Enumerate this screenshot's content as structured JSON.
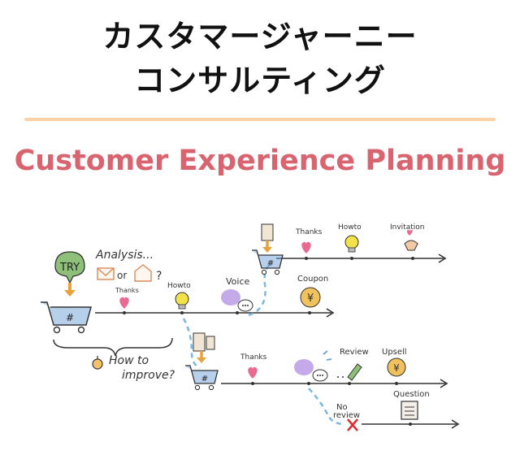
{
  "header": {
    "title_line1": "カスタマージャーニー",
    "title_line2": "コンサルティング",
    "subtitle": "Customer Experience Planning"
  },
  "illustration": {
    "try_label": "TRY",
    "cart_mark": "#",
    "analysis_label": "Analysis...",
    "or_label": "or",
    "question_mark": "?",
    "improve_line1": "How to",
    "improve_line2": "improve?",
    "main_line": {
      "thanks": "Thanks",
      "howto": "Howto",
      "voice": "Voice",
      "coupon": "Coupon",
      "yen": "¥"
    },
    "top_line": {
      "thanks": "Thanks",
      "howto": "Howto",
      "invitation": "Invitation"
    },
    "bottom_line": {
      "thanks": "Thanks",
      "review": "Review",
      "upsell": "Upsell",
      "yen": "¥"
    },
    "branch_line": {
      "no_review_1": "No",
      "no_review_2": "review",
      "question": "Question"
    },
    "colors": {
      "cart": "#6e9fd6",
      "arrow": "#e8a23a",
      "heart": "#e86a90",
      "bulb": "#f2e24a",
      "dash": "#7ab8e4",
      "cross": "#d9302f",
      "yen": "#f0c25e",
      "bubble": "#b08ee0"
    }
  }
}
